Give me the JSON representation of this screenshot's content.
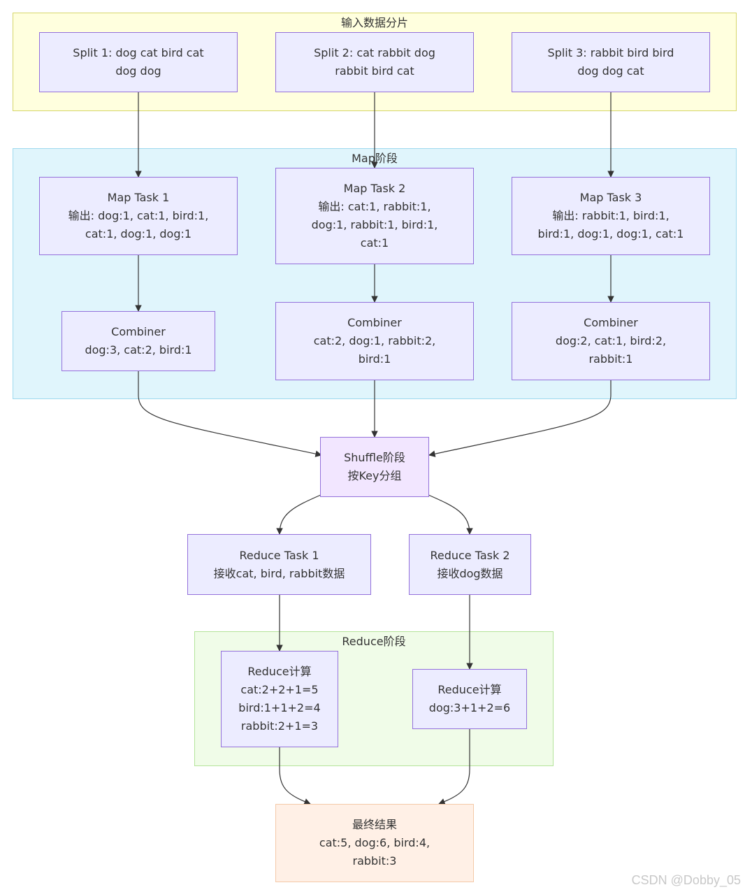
{
  "clusters": {
    "input": {
      "title": "输入数据分片",
      "fill": "#FFFFDE",
      "border": "#D6D66A"
    },
    "map": {
      "title": "Map阶段",
      "fill": "#E0F5FC",
      "border": "#9ED9EE"
    },
    "reduce": {
      "title": "Reduce阶段",
      "fill": "#F0FCE8",
      "border": "#B4E49A"
    }
  },
  "nodes": {
    "split1": {
      "lines": [
        "Split 1: dog cat bird cat",
        "dog dog"
      ]
    },
    "split2": {
      "lines": [
        "Split 2: cat rabbit dog",
        "rabbit bird cat"
      ]
    },
    "split3": {
      "lines": [
        "Split 3: rabbit bird bird",
        "dog dog cat"
      ]
    },
    "map1": {
      "lines": [
        "Map Task 1",
        "输出: dog:1, cat:1, bird:1,",
        "cat:1, dog:1, dog:1"
      ]
    },
    "map2": {
      "lines": [
        "Map Task 2",
        "输出: cat:1, rabbit:1,",
        "dog:1, rabbit:1, bird:1,",
        "cat:1"
      ]
    },
    "map3": {
      "lines": [
        "Map Task 3",
        "输出: rabbit:1, bird:1,",
        "bird:1, dog:1, dog:1, cat:1"
      ]
    },
    "combiner1": {
      "lines": [
        "Combiner",
        "dog:3, cat:2, bird:1"
      ]
    },
    "combiner2": {
      "lines": [
        "Combiner",
        "cat:2, dog:1, rabbit:2,",
        "bird:1"
      ]
    },
    "combiner3": {
      "lines": [
        "Combiner",
        "dog:2, cat:1, bird:2,",
        "rabbit:1"
      ]
    },
    "shuffle": {
      "lines": [
        "Shuffle阶段",
        "按Key分组"
      ]
    },
    "reduce_task1": {
      "lines": [
        "Reduce Task 1",
        "接收cat, bird, rabbit数据"
      ]
    },
    "reduce_task2": {
      "lines": [
        "Reduce Task 2",
        "接收dog数据"
      ]
    },
    "reduce_calc1": {
      "lines": [
        "Reduce计算",
        "cat:2+2+1=5",
        "bird:1+1+2=4",
        "rabbit:2+1=3"
      ]
    },
    "reduce_calc2": {
      "lines": [
        "Reduce计算",
        "dog:3+1+2=6"
      ]
    },
    "final": {
      "lines": [
        "最终结果",
        "cat:5, dog:6, bird:4,",
        "rabbit:3"
      ]
    }
  },
  "watermark": "CSDN @Dobby_05"
}
